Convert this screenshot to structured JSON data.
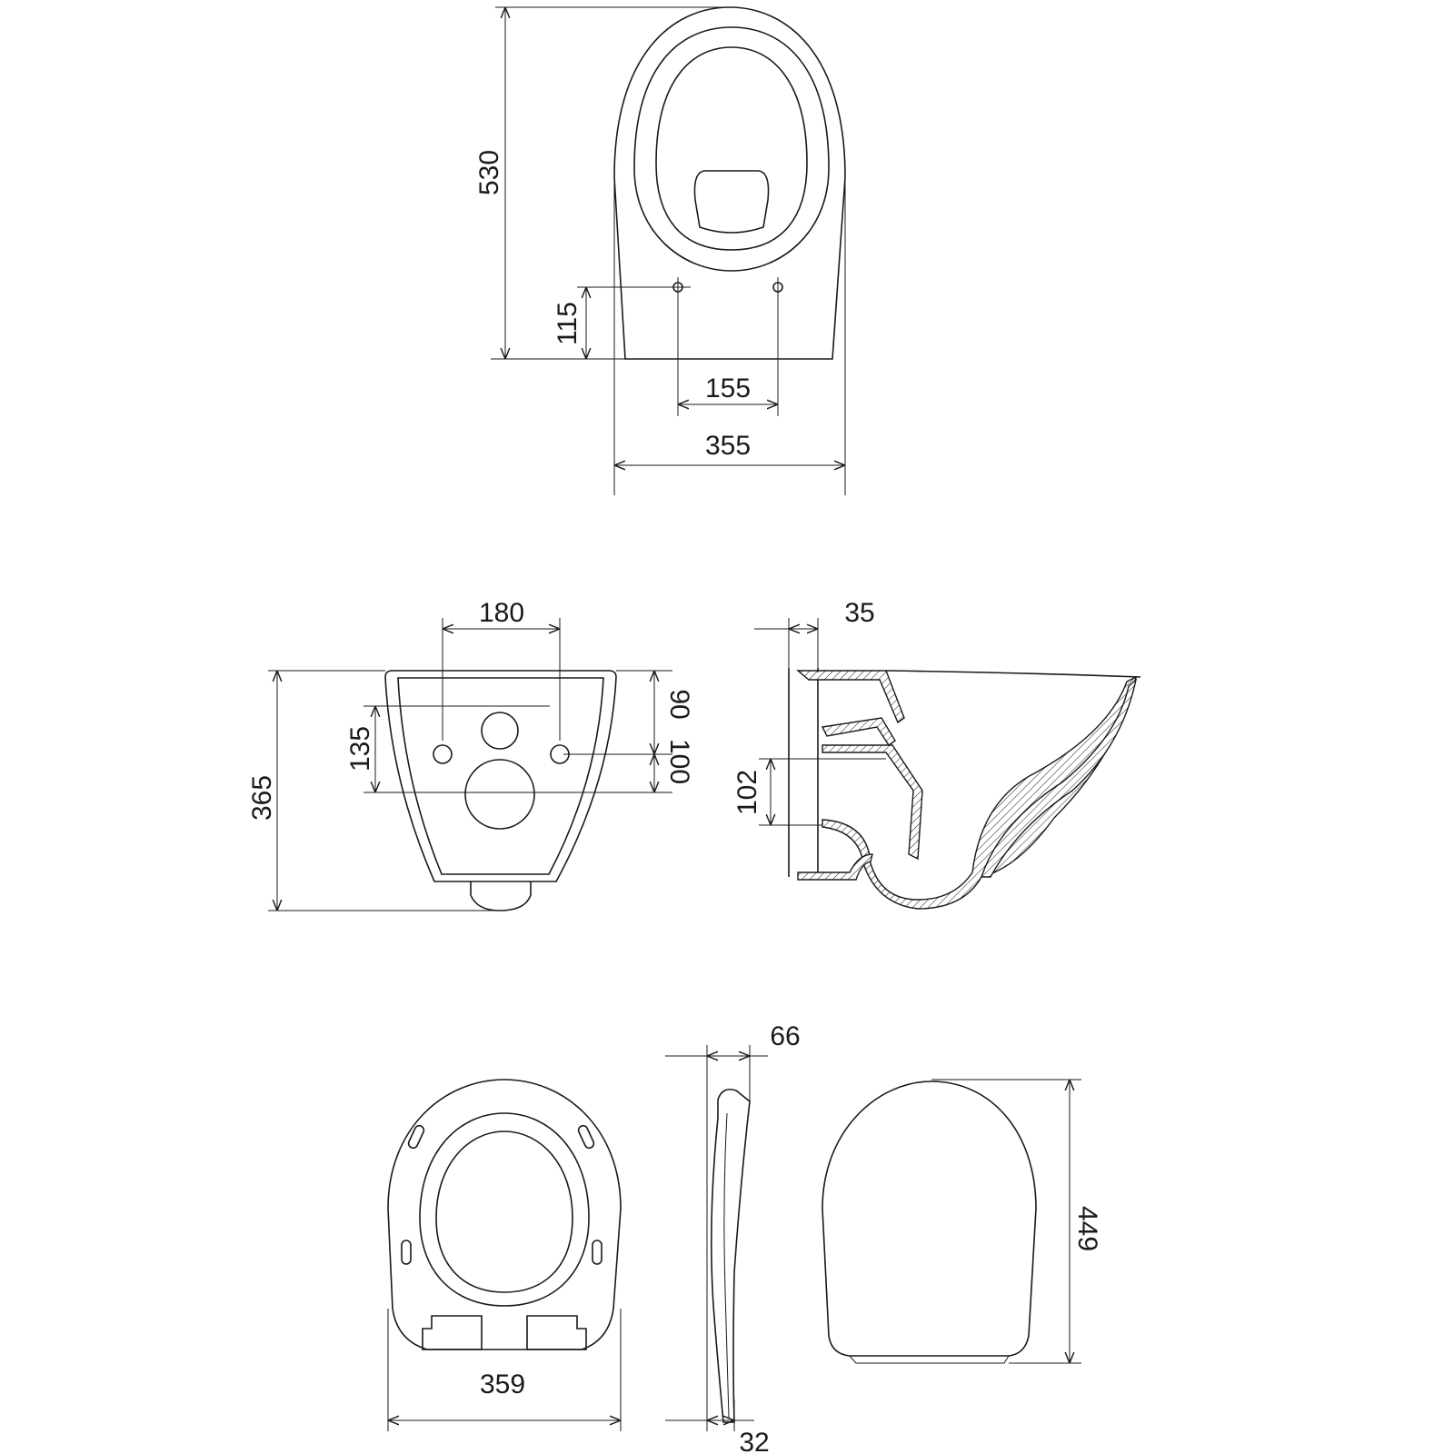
{
  "title": "Wall-hung toilet technical drawing",
  "colors": {
    "line": "#1a1a1a",
    "background": "#ffffff"
  },
  "dimensions": {
    "top_view": {
      "length": "530",
      "bolt_height": "115",
      "bolt_spacing": "155",
      "width": "355"
    },
    "rear_view": {
      "bolt_spacing": "180",
      "height": "365",
      "bolt_offset": "135",
      "upper_offset": "90",
      "lower_offset": "100"
    },
    "section_view": {
      "wall_offset": "35",
      "outlet_height": "102"
    },
    "seat": {
      "width": "359",
      "side_height": "66",
      "thickness": "32",
      "length": "449"
    }
  }
}
